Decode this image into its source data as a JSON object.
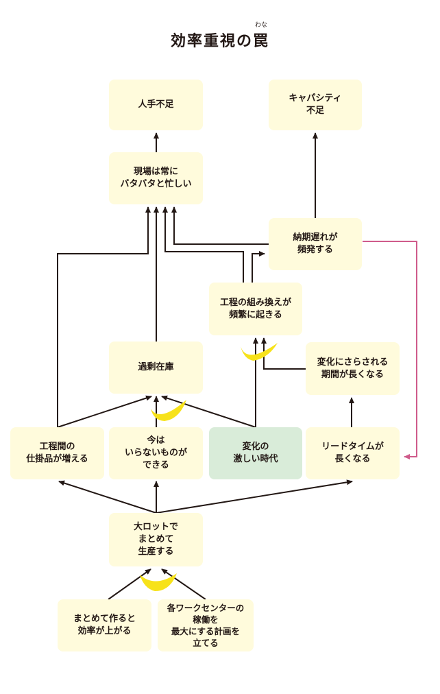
{
  "title": {
    "text": "効率重視の罠",
    "main": "効率重視の",
    "ruby_base": "罠",
    "ruby": "わな"
  },
  "nodes": {
    "hitode_busoku": "人手不足",
    "capacity_busoku": "キャパシティ\n不足",
    "genba_batabata": "現場は常に\nバタバタと忙しい",
    "nouki_okure": "納期遅れが\n頻発する",
    "koutei_kumikae": "工程の組み換えが\n頻繁に起きる",
    "kajou_zaiko": "過剰在庫",
    "henka_sarasareru": "変化にさらされる\n期間が長くなる",
    "shikakarihin": "工程間の\n仕掛品が増える",
    "iranai_mono": "今は\nいらないものが\nできる",
    "gekishii_jidai": "変化の\n激しい時代",
    "lead_time": "リードタイムが\n長くなる",
    "big_lot": "大ロットで\nまとめて\n生産する",
    "matomete_tsukuru": "まとめて作ると\n効率が上がる",
    "work_center": "各ワークセンターの\n稼働を\n最大にする計画を\n立てる"
  },
  "colors": {
    "box_fill": "#fffbdc",
    "green_fill": "#d9ecd9",
    "arrow": "#231815",
    "feedback_arrow": "#cf5b8b",
    "banana": "#f7e21a"
  }
}
